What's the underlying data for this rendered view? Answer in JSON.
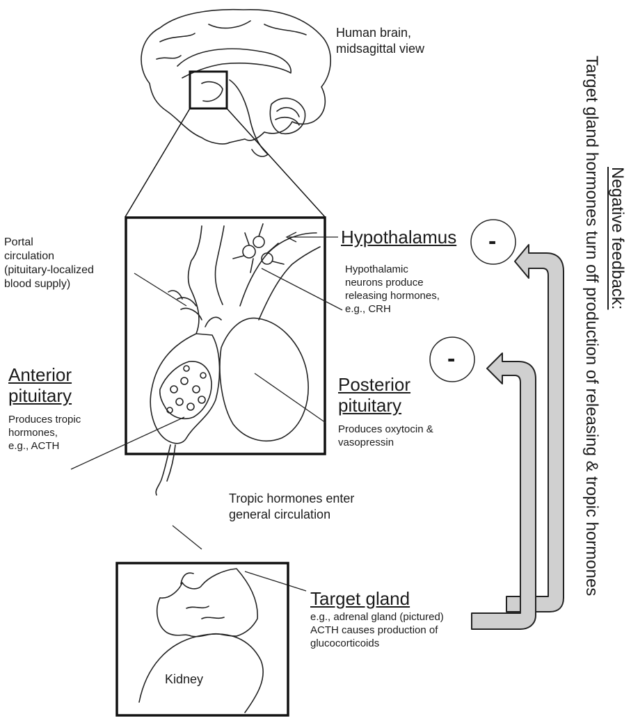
{
  "brain": {
    "label": "Human brain,\nmidsagittal view"
  },
  "portal": {
    "label": "Portal\ncirculation\n(pituitary-localized\nblood supply)"
  },
  "hypothalamus": {
    "title": "Hypothalamus",
    "desc": "Hypothalamic\nneurons produce\nreleasing hormones,\ne.g., CRH"
  },
  "anterior": {
    "title": "Anterior\npituitary",
    "desc": "Produces tropic\nhormones,\ne.g., ACTH"
  },
  "posterior": {
    "title": "Posterior\npituitary",
    "desc": "Produces oxytocin &\nvasopressin"
  },
  "tropic": {
    "label": "Tropic hormones enter\ngeneral circulation"
  },
  "target": {
    "title": "Target gland",
    "desc": "e.g., adrenal gland (pictured)\nACTH causes production of\nglucocorticoids",
    "kidney_label": "Kidney"
  },
  "feedback": {
    "minus_symbol": "-",
    "right_column": "Target gland hormones turn off  production of releasing & tropic hormones",
    "left_column_heading": "Negative feedback:"
  }
}
